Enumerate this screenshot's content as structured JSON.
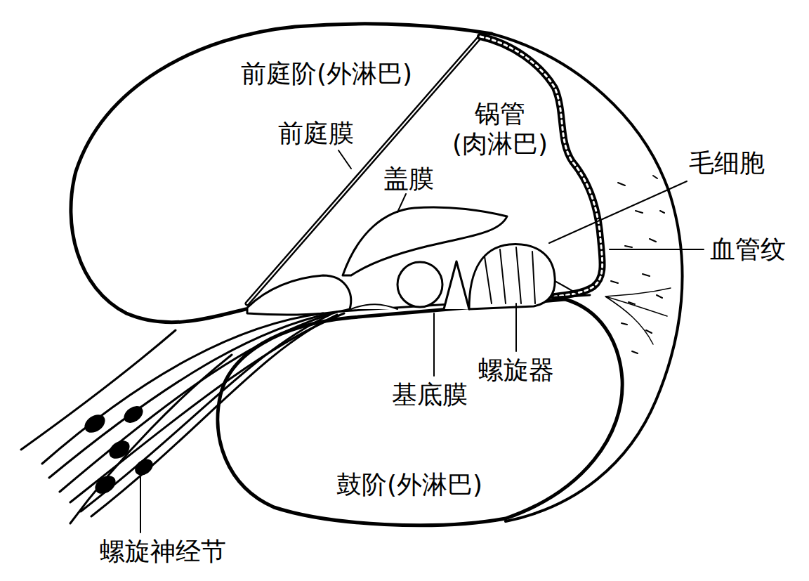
{
  "diagram": {
    "labels": [
      "前庭阶(外淋巴)",
      "前庭膜",
      "锅管 (肉淋巴)",
      "盖膜",
      "毛细胞",
      "血管纹",
      "螺旋器",
      "基底膜",
      "鼓阶(外淋巴)",
      "螺旋神经节"
    ]
  }
}
